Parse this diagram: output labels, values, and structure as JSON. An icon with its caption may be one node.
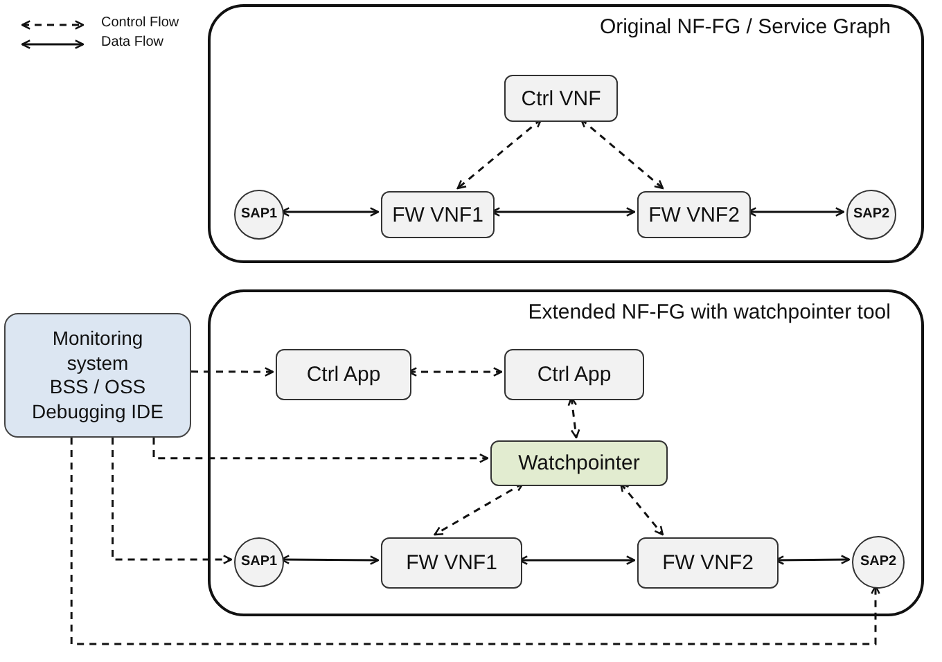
{
  "diagram": {
    "nodes": [
      {
        "text": [
          "Original NF-FG / Service Graph"
        ]
      },
      {
        "text": [
          "Ctrl VNF"
        ],
        "in": 0
      },
      {
        "text": [
          "SAP1"
        ],
        "in": 0
      },
      {
        "text": [
          "FW VNF1"
        ],
        "in": 0
      },
      {
        "text": [
          "FW VNF2"
        ],
        "in": 0
      },
      {
        "text": [
          "SAP2"
        ],
        "in": 0
      },
      {
        "text": [
          "Extended NF-FG with watchpointer tool"
        ]
      },
      {
        "text": [
          "Monitoring system",
          "BSS / OSS",
          "Debugging IDE"
        ]
      },
      {
        "text": [
          "Ctrl App"
        ],
        "in": 6
      },
      {
        "text": [
          "Ctrl App"
        ],
        "in": 6
      },
      {
        "text": [
          "Watchpointer"
        ],
        "in": 6
      },
      {
        "text": [
          "SAP1"
        ],
        "in": 6
      },
      {
        "text": [
          "FW VNF1"
        ],
        "in": 6
      },
      {
        "text": [
          "FW VNF2"
        ],
        "in": 6
      },
      {
        "text": [
          "SAP2"
        ],
        "in": 6
      }
    ],
    "edges": [
      {
        "from": 2,
        "to": 3,
        "arrow": "both"
      },
      {
        "from": 3,
        "to": 4,
        "arrow": "both"
      },
      {
        "from": 4,
        "to": 5,
        "arrow": "both"
      },
      {
        "from": 1,
        "to": 3,
        "arrow": "both",
        "style": "dashed"
      },
      {
        "from": 1,
        "to": 4,
        "arrow": "both",
        "style": "dashed"
      },
      {
        "from": 7,
        "to": 8,
        "arrow": "to",
        "style": "dashed"
      },
      {
        "from": 8,
        "to": 9,
        "arrow": "both",
        "style": "dashed"
      },
      {
        "from": 9,
        "to": 10,
        "arrow": "both",
        "style": "dashed"
      },
      {
        "from": 7,
        "to": 10,
        "arrow": "to",
        "style": "dashed"
      },
      {
        "from": 7,
        "to": 11,
        "arrow": "to",
        "style": "dashed"
      },
      {
        "from": 7,
        "to": 14,
        "arrow": "to",
        "style": "dashed"
      },
      {
        "from": 10,
        "to": 12,
        "arrow": "both",
        "style": "dashed"
      },
      {
        "from": 10,
        "to": 13,
        "arrow": "both",
        "style": "dashed"
      },
      {
        "from": 11,
        "to": 12,
        "arrow": "both"
      },
      {
        "from": 12,
        "to": 13,
        "arrow": "both"
      },
      {
        "from": 13,
        "to": 14,
        "arrow": "both"
      }
    ],
    "legend": [
      {
        "text": "Control Flow"
      },
      {
        "text": "Data Flow"
      }
    ]
  }
}
